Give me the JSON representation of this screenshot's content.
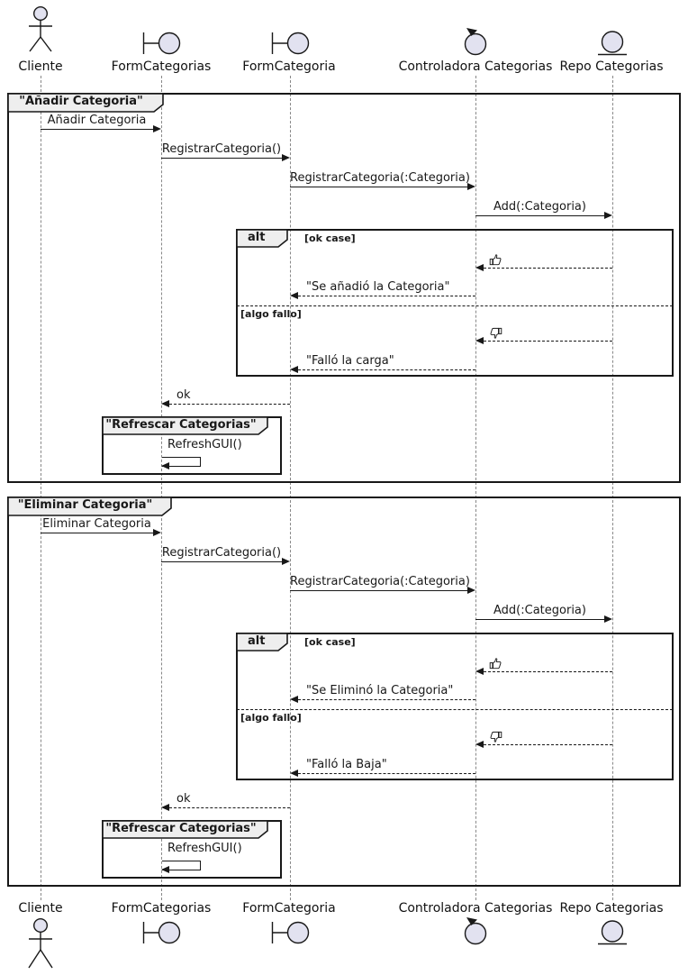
{
  "colors": {
    "stroke": "#181818",
    "participant_fill": "#E2E2F0",
    "frame_tab_fill": "#EEEEEE",
    "lifeline_gray": "#888888",
    "background": "#FFFFFF"
  },
  "participants": [
    {
      "name": "Cliente",
      "type": "actor"
    },
    {
      "name": "FormCategorias",
      "type": "boundary"
    },
    {
      "name": "FormCategoria",
      "type": "boundary"
    },
    {
      "name": "Controladora Categorias",
      "type": "control"
    },
    {
      "name": "Repo Categorias",
      "type": "entity"
    }
  ],
  "frame1": {
    "title": "\"Añadir Categoria\"",
    "m1": "Añadir Categoria",
    "m2": "RegistrarCategoria()",
    "m3": "RegistrarCategoria(:Categoria)",
    "m4": "Add(:Categoria)",
    "alt_keyword": "alt",
    "guard_ok": "[ok case]",
    "ok_icon": "thumbs-up",
    "reply_ok": "\"Se añadió la Categoria\"",
    "guard_fail": "[algo fallo]",
    "fail_icon": "thumbs-down",
    "reply_fail": "\"Falló la carga\"",
    "reply_done": "ok",
    "inner_title": "\"Refrescar Categorias\"",
    "inner_message": "RefreshGUI()"
  },
  "frame2": {
    "title": "\"Eliminar Categoria\"",
    "m1": "Eliminar Categoria",
    "m2": "RegistrarCategoria()",
    "m3": "RegistrarCategoria(:Categoria)",
    "m4": "Add(:Categoria)",
    "alt_keyword": "alt",
    "guard_ok": "[ok case]",
    "ok_icon": "thumbs-up",
    "reply_ok": "\"Se Eliminó la Categoria\"",
    "guard_fail": "[algo fallo]",
    "fail_icon": "thumbs-down",
    "reply_fail": "\"Falló la Baja\"",
    "reply_done": "ok",
    "inner_title": "\"Refrescar Categorias\"",
    "inner_message": "RefreshGUI()"
  }
}
